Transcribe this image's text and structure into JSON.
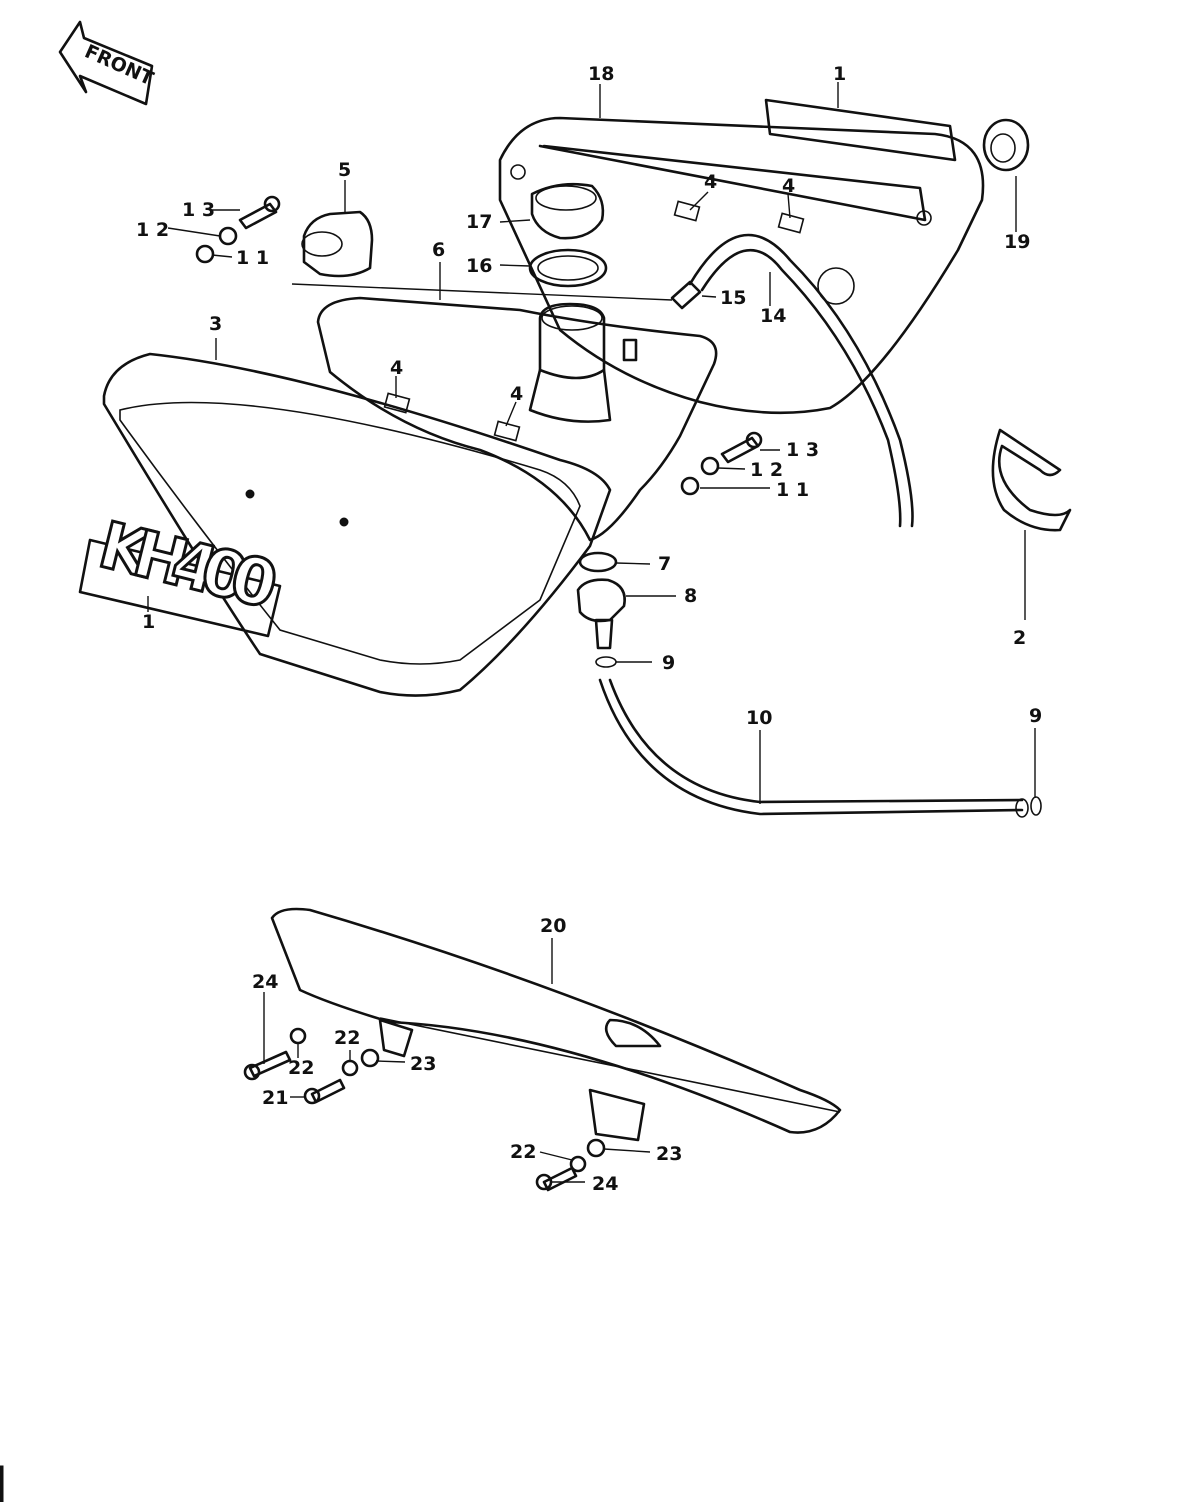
{
  "front_arrow": {
    "label": "FRONT"
  },
  "emblem": {
    "text": "KH400"
  },
  "callouts": {
    "n1_top": "1",
    "n1_emblem": "1",
    "n2": "2",
    "n3": "3",
    "n4_a": "4",
    "n4_b": "4",
    "n4_c": "4",
    "n4_d": "4",
    "n5": "5",
    "n6": "6",
    "n7": "7",
    "n8": "8",
    "n9_a": "9",
    "n9_b": "9",
    "n10": "10",
    "n11_a": "1 1",
    "n11_b": "1 1",
    "n12_a": "1 2",
    "n12_b": "1 2",
    "n13_a": "1 3",
    "n13_b": "1 3",
    "n14": "14",
    "n15": "15",
    "n16": "16",
    "n17": "17",
    "n18": "18",
    "n19": "19",
    "n20": "20",
    "n21": "21",
    "n22_a": "22",
    "n22_b": "22",
    "n22_c": "22",
    "n23_a": "23",
    "n23_b": "23",
    "n24_a": "24",
    "n24_b": "24"
  }
}
